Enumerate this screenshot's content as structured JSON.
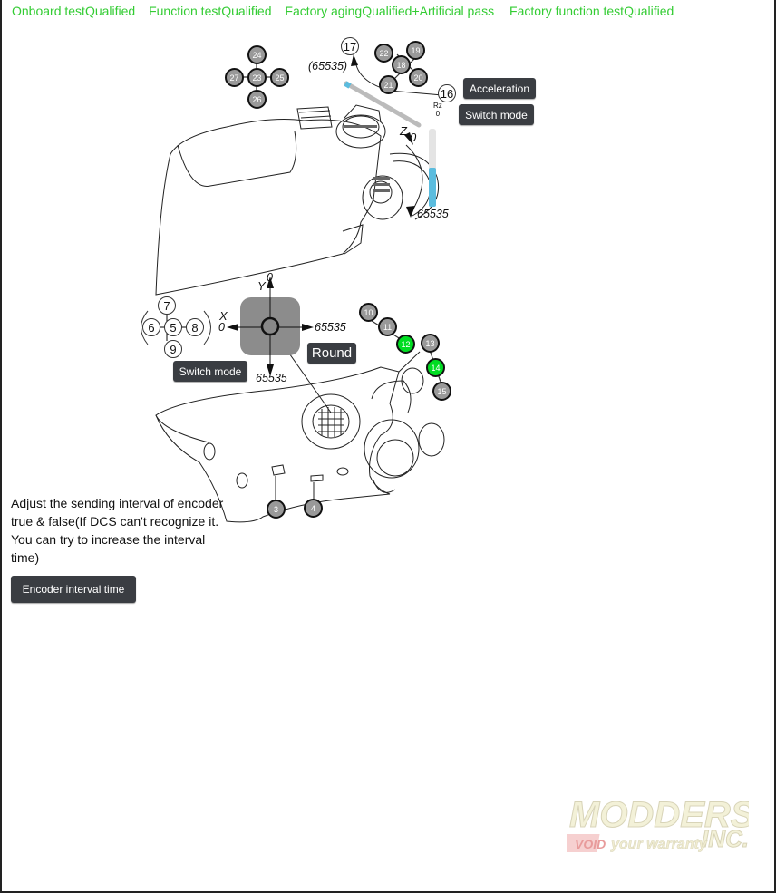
{
  "status": {
    "onboard": "Onboard testQualified",
    "function": "Function testQualified",
    "aging": "Factory agingQualified+Artificial pass",
    "factory": "Factory function testQualified"
  },
  "buttons": {
    "acceleration": "Acceleration",
    "switch_mode_top": "Switch mode",
    "switch_mode_left": "Switch mode",
    "round": "Round",
    "encoder_interval": "Encoder interval time"
  },
  "hat_top": {
    "up": "24",
    "left": "27",
    "center": "23",
    "right": "25",
    "down": "26"
  },
  "hat_right": {
    "b22": "22",
    "b19": "19",
    "b18": "18",
    "b21": "21",
    "b20": "20"
  },
  "buttons_numbers": {
    "b17": "17",
    "b16": "16",
    "b7": "7",
    "b6": "6",
    "b5": "5",
    "b8": "8",
    "b9": "9",
    "b10": "10",
    "b11": "11",
    "b12": "12",
    "b13": "13",
    "b14": "14",
    "b15": "15",
    "b3": "3",
    "b4": "4"
  },
  "axis_labels": {
    "accel_max": "(65535)",
    "rz_axis": "Rz",
    "rz_zero": "0",
    "z_axis": "Z",
    "z_zero": "0",
    "z_max": "65535",
    "y_axis": "Y",
    "y_zero": "0",
    "x_axis": "X",
    "x_zero": "0",
    "x_max": "65535",
    "y_max": "65535"
  },
  "states": {
    "b12": true,
    "b14": true,
    "z_level": 0.5
  },
  "description": "Adjust the sending interval of encoder true & false(If DCS can't recognize it. You can try to increase the interval time)",
  "watermark": {
    "line1": "MODDERS",
    "line2": "INC.",
    "void": "VOID",
    "tagline": "your warranty"
  },
  "colors": {
    "qualified": "#33cc33",
    "active_button": "#00dd22",
    "axis_fill": "#5bbcde",
    "dark_button": "#3a3d42"
  }
}
